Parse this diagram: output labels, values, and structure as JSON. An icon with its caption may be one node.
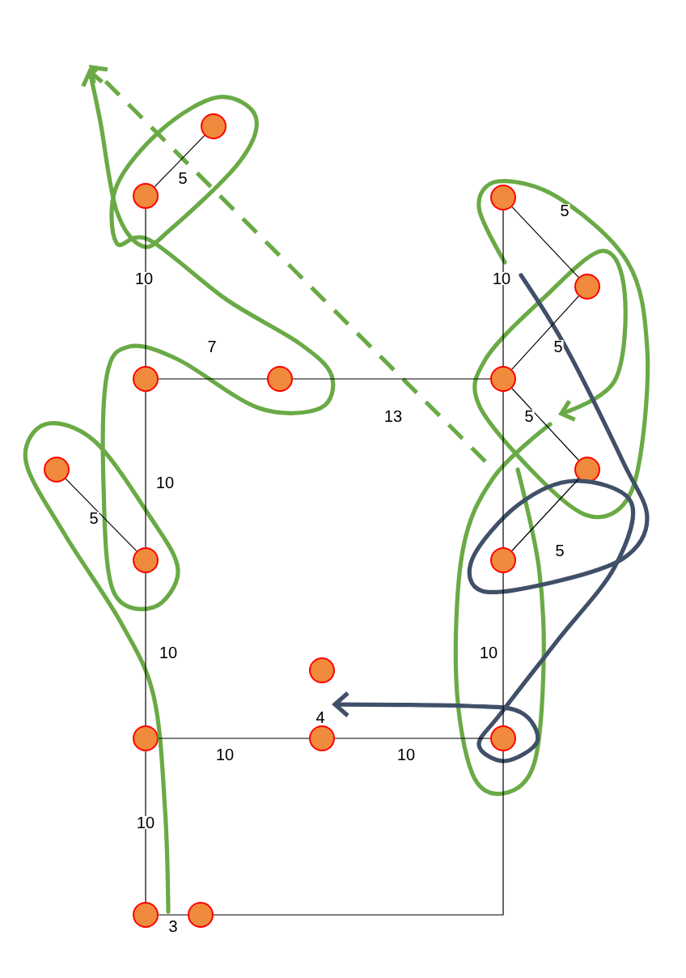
{
  "diagram": {
    "nodes": [
      {
        "text": [],
        "shape": "circle"
      },
      {
        "text": [],
        "shape": "circle"
      },
      {
        "text": [],
        "shape": "circle"
      },
      {
        "text": [],
        "shape": "circle"
      },
      {
        "text": [],
        "shape": "circle"
      },
      {
        "text": [],
        "shape": "circle"
      },
      {
        "text": [],
        "shape": "circle"
      },
      {
        "text": [],
        "shape": "circle"
      },
      {
        "text": [],
        "shape": "circle"
      },
      {
        "text": [],
        "shape": "circle"
      },
      {
        "text": [],
        "shape": "circle"
      },
      {
        "text": [],
        "shape": "circle"
      },
      {
        "text": [],
        "shape": "circle"
      },
      {
        "text": [],
        "shape": "circle"
      },
      {
        "text": [],
        "shape": "circle"
      },
      {
        "text": [],
        "shape": "circle"
      },
      {
        "text": [],
        "shape": "circle"
      }
    ],
    "edges": [
      {
        "from": 0,
        "to": 1,
        "arrow": "none",
        "label": "5"
      },
      {
        "from": 1,
        "to": 2,
        "arrow": "none",
        "label": "10"
      },
      {
        "from": 2,
        "to": 3,
        "arrow": "none",
        "label": "7"
      },
      {
        "from": 3,
        "to": 13,
        "arrow": "none",
        "label": "13"
      },
      {
        "from": 2,
        "to": 5,
        "arrow": "none",
        "label": "10"
      },
      {
        "from": 4,
        "to": 5,
        "arrow": "none",
        "label": "5"
      },
      {
        "from": 5,
        "to": 7,
        "arrow": "none",
        "label": "10"
      },
      {
        "from": 7,
        "to": 8,
        "arrow": "none",
        "label": "10"
      },
      {
        "from": 8,
        "to": 16,
        "arrow": "none",
        "label": "10"
      },
      {
        "from": 7,
        "to": 9,
        "arrow": "none",
        "label": "10"
      },
      {
        "from": 9,
        "to": 10,
        "arrow": "none",
        "label": "3"
      },
      {
        "from": 10,
        "to": 16,
        "arrow": "none"
      },
      {
        "from": 11,
        "to": 12,
        "arrow": "none",
        "label": "5"
      },
      {
        "from": 11,
        "to": 13,
        "arrow": "none",
        "label": "10"
      },
      {
        "from": 12,
        "to": 13,
        "arrow": "none",
        "label": "5"
      },
      {
        "from": 13,
        "to": 14,
        "arrow": "none",
        "label": "5"
      },
      {
        "from": 13,
        "to": 15,
        "arrow": "none"
      },
      {
        "from": 14,
        "to": 15,
        "arrow": "none",
        "label": "5"
      },
      {
        "from": 15,
        "to": 16,
        "arrow": "none",
        "label": "10"
      }
    ],
    "labels": [
      "4"
    ]
  }
}
